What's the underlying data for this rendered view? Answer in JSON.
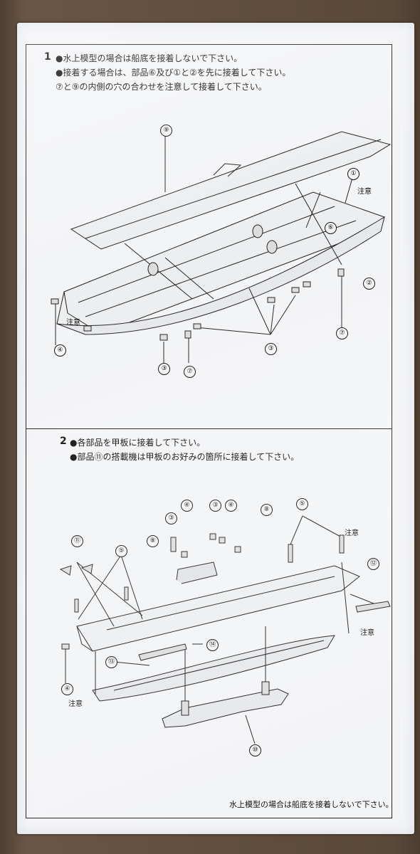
{
  "step1": {
    "number": "1",
    "lines": [
      "●水上模型の場合は船底を接着しないで下さい。",
      "●接着する場合は、部品⑥及び①と②を先に接着して下さい。",
      "⑦と⑨の内側の穴の合わせを注意して接着して下さい。"
    ],
    "caution": "注意",
    "parts": [
      "⑨",
      "①",
      "②",
      "⑥",
      "⑦",
      "③",
      "④"
    ]
  },
  "step2": {
    "number": "2",
    "lines": [
      "●各部品を甲板に接着して下さい。",
      "●部品⑪の搭載機は甲板のお好みの箇所に接着して下さい。"
    ],
    "caution": "注意",
    "parts": [
      "⑪",
      "⑤",
      "③",
      "④",
      "⑧",
      "⑫",
      "⑬",
      "⑭",
      "⑩"
    ]
  },
  "footer": "水上模型の場合は船底を接着しないで下さい。"
}
